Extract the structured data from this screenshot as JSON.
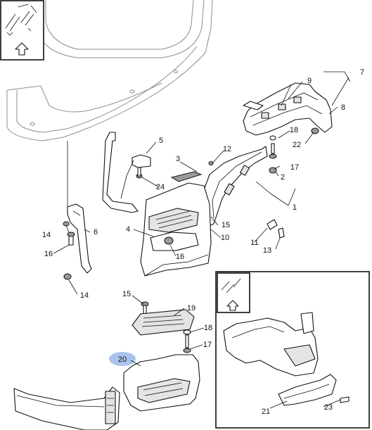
{
  "diagram": {
    "highlight_color": "#a9c4ec",
    "highlighted_callout": "20",
    "orientation_icon": "arrow-up-icon",
    "callouts": [
      "1",
      "2",
      "3",
      "4",
      "5",
      "6",
      "7",
      "8",
      "9",
      "10",
      "11",
      "12",
      "13",
      "14",
      "14",
      "15",
      "15",
      "16",
      "16",
      "17",
      "17",
      "18",
      "18",
      "19",
      "20",
      "21",
      "22",
      "23",
      "24"
    ]
  }
}
